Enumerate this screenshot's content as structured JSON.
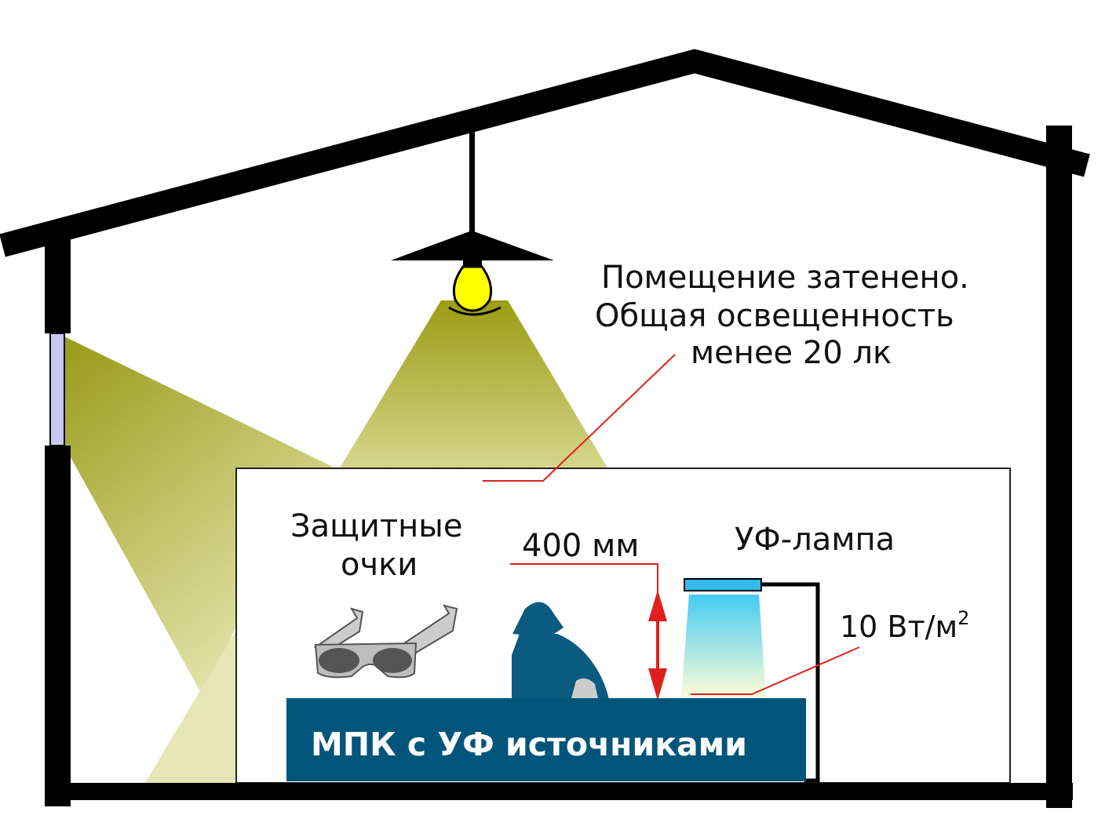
{
  "labels": {
    "room_line1": "Помещение затенено.",
    "room_line2": "Общая освещенность",
    "room_line3": "менее 20 лк",
    "goggles_line1": "Защитные",
    "goggles_line2": "очки",
    "distance": "400 мм",
    "uv_lamp": "УФ-лампа",
    "irradiance": "10 Вт/м",
    "irradiance_sup": "2",
    "bench": "МПК с УФ источниками"
  },
  "colors": {
    "structure": "#000000",
    "light_beam": "#a4a21e",
    "bulb": "#ffff00",
    "bench": "#02557a",
    "person": "#0b5a80",
    "leader_line": "#e02020",
    "uv_lamp_body": "#33bbee",
    "window": "#c9c9f2"
  },
  "icons": [
    "ceiling-lamp-icon",
    "light-bulb-icon",
    "goggles-icon",
    "operator-silhouette-icon",
    "uv-lamp-icon"
  ]
}
